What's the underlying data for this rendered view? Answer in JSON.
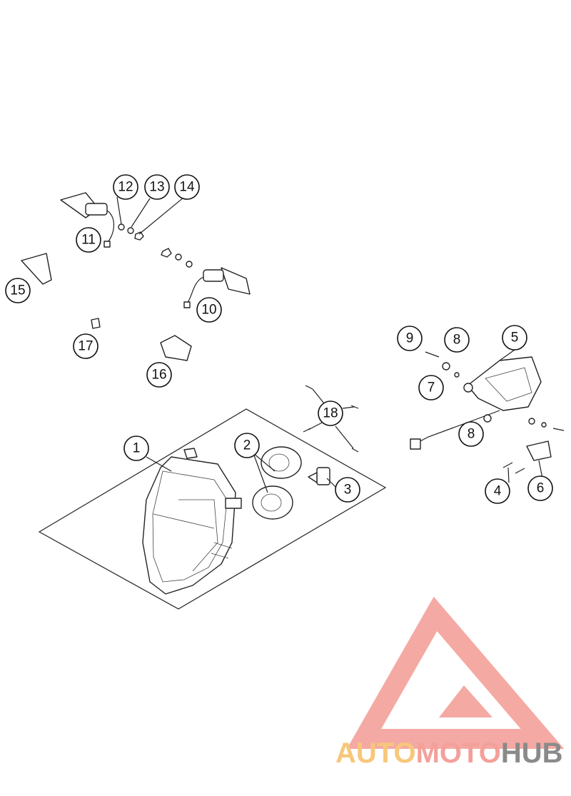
{
  "callouts": [
    {
      "id": "c1",
      "label": "1"
    },
    {
      "id": "c2",
      "label": "2"
    },
    {
      "id": "c3",
      "label": "3"
    },
    {
      "id": "c4",
      "label": "4"
    },
    {
      "id": "c5",
      "label": "5"
    },
    {
      "id": "c6",
      "label": "6"
    },
    {
      "id": "c7",
      "label": "7"
    },
    {
      "id": "c8a",
      "label": "8"
    },
    {
      "id": "c8b",
      "label": "8"
    },
    {
      "id": "c9",
      "label": "9"
    },
    {
      "id": "c10",
      "label": "10"
    },
    {
      "id": "c11",
      "label": "11"
    },
    {
      "id": "c12",
      "label": "12"
    },
    {
      "id": "c13",
      "label": "13"
    },
    {
      "id": "c14",
      "label": "14"
    },
    {
      "id": "c15",
      "label": "15"
    },
    {
      "id": "c16",
      "label": "16"
    },
    {
      "id": "c17",
      "label": "17"
    },
    {
      "id": "c18",
      "label": "18"
    }
  ],
  "watermark": {
    "part1": "AUTO",
    "part2": "MOTO",
    "part3": "HUB",
    "color_main": "#f4a09a",
    "color_accent": "#f7c77a",
    "color_dark": "#8a8a8a"
  }
}
